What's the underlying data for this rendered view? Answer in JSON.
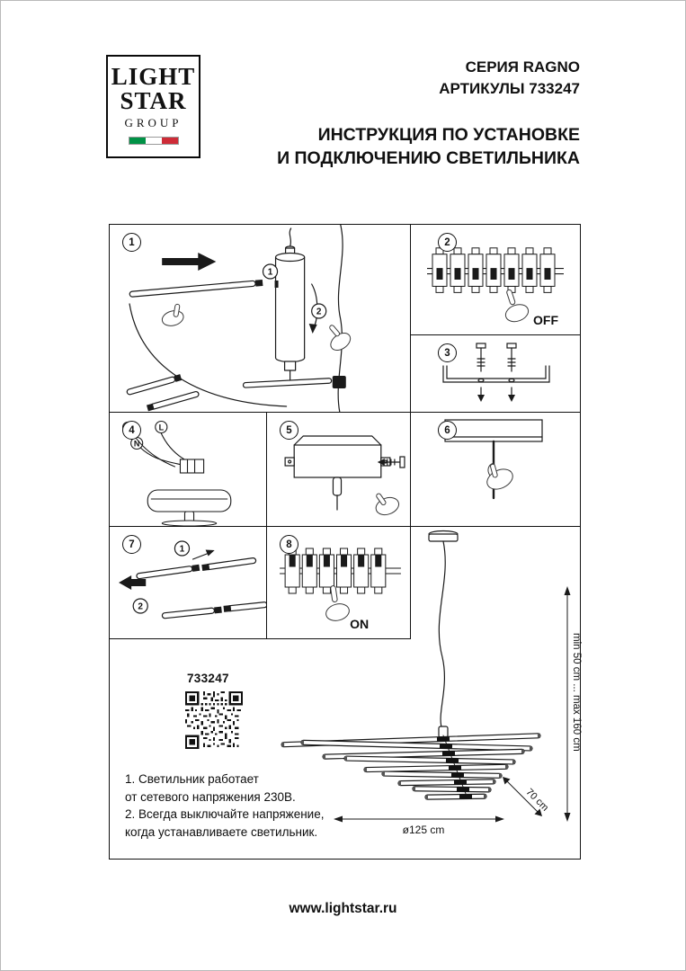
{
  "header": {
    "logo_light": "LIGHT",
    "logo_star": "STAR",
    "logo_group": "GROUP",
    "series": "СЕРИЯ RAGNO",
    "articles": "АРТИКУЛЫ 733247",
    "title_line1": "ИНСТРУКЦИЯ ПО УСТАНОВКЕ",
    "title_line2": "И ПОДКЛЮЧЕНИЮ СВЕТИЛЬНИКА"
  },
  "brand": {
    "flag_green": "#009246",
    "flag_red": "#ce2b37",
    "ink": "#1a1a1a"
  },
  "steps": {
    "s1": "1",
    "s2": "2",
    "s3": "3",
    "s4": "4",
    "s5": "5",
    "s6": "6",
    "s7": "7",
    "s8": "8"
  },
  "panel1": {
    "sub1": "1",
    "sub2": "2"
  },
  "panel2": {
    "label": "OFF"
  },
  "panel4": {
    "n": "N",
    "l": "L"
  },
  "panel7": {
    "sub1": "1",
    "sub2": "2"
  },
  "panel8": {
    "label": "ON"
  },
  "bottom": {
    "article": "733247",
    "note1": "1. Светильник работает",
    "note2": "от сетевого напряжения 230В.",
    "note3": "2. Всегда выключайте напряжение,",
    "note4": "когда устанавливаете светильник.",
    "dim_height": "min 50 cm ... max 160 cm",
    "dim_depth": "70 cm",
    "dim_diameter": "ø125 cm"
  },
  "footer": {
    "website": "www.lightstar.ru"
  }
}
